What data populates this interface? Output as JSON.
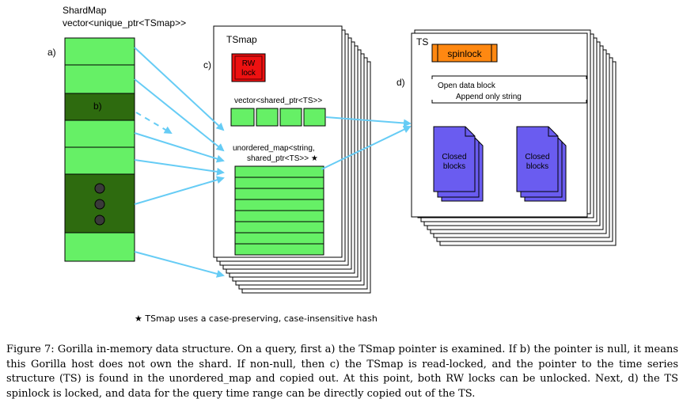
{
  "shardmap": {
    "title": "ShardMap",
    "subtitle": "vector<unique_ptr<TSmap>>",
    "label_a": "a)",
    "label_b": "b)"
  },
  "tsmap": {
    "title": "TSmap",
    "label_c": "c)",
    "rwlock_line1": "RW",
    "rwlock_line2": "lock",
    "vector_label": "vector<shared_ptr<TS>>",
    "unordered_line1": "unordered_map<string,",
    "unordered_line2": "shared_ptr<TS>> ★"
  },
  "ts": {
    "title": "TS",
    "label_d": "d)",
    "spinlock": "spinlock",
    "open_block": "Open data block",
    "append_string": "Append only string",
    "closed_line1": "Closed",
    "closed_line2": "blocks"
  },
  "footnote": "★ TSmap uses a case-preserving, case-insensitive hash",
  "caption": "Figure 7: Gorilla in-memory data structure. On a query, first a) the TSmap pointer is examined. If b) the pointer is null, it means this Gorilla host does not own the shard. If non-null, then c) the TSmap is read-locked, and the pointer to the time series structure (TS) is found in the unordered_map and copied out. At this point, both RW locks can be unlocked. Next, d) the TS spinlock is locked, and data for the query time range can be directly copied out of the TS.",
  "colors": {
    "light_green": "#66f066",
    "dark_green": "#2e6b0f",
    "arrow_blue": "#66ccf5",
    "rw_red": "#ee1111",
    "spinlock_orange": "#ff8811",
    "block_purple": "#6a5cf0"
  }
}
